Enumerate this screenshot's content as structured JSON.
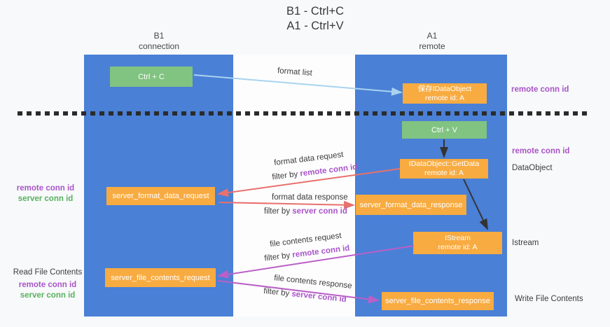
{
  "title": [
    "B1 - Ctrl+C",
    "A1 - Ctrl+V"
  ],
  "columns": {
    "left": {
      "name": "B1",
      "role": "connection"
    },
    "right": {
      "name": "A1",
      "role": "remote"
    }
  },
  "boxes": {
    "ctrl_c": "Ctrl + C",
    "ctrl_v": "Ctrl + V",
    "save_dataobject": {
      "title": "保存IDataObject",
      "subtitle": "remote id: A"
    },
    "getdata": {
      "title": "IDataObject::GetData",
      "subtitle": "remote id: A"
    },
    "istream": {
      "title": "IStream",
      "subtitle": "remote id: A"
    },
    "format_request": "server_format_data_request",
    "format_response": "server_format_data_response",
    "file_request": "server_file_contents_request",
    "file_response": "server_file_contents_response"
  },
  "flow_labels": {
    "format_list": "format list",
    "format_data_request": "format data request",
    "format_data_response": "format data response",
    "file_contents_request": "file contents request",
    "file_contents_response": "file contents response",
    "filter_by": "filter by",
    "remote_conn_id": "remote conn id",
    "server_conn_id": "server conn id"
  },
  "side_labels": {
    "left_top": {
      "remote": "remote conn id",
      "server": "server conn id"
    },
    "left_bottom": {
      "title": "Read File Contents",
      "remote": "remote conn id",
      "server": "server conn id"
    },
    "right": {
      "remote_1": "remote conn id",
      "remote_2": "remote conn id",
      "dataobject": "DataObject",
      "istream": "Istream",
      "write": "Write File Contents"
    }
  },
  "colors": {
    "column_blue": "#4a80d6",
    "box_green": "#81c381",
    "box_orange": "#f8ab40",
    "arrow_light_blue": "#a9d3ef",
    "arrow_salmon": "#e8716c",
    "arrow_magenta": "#bb5fc7",
    "text_purple": "#a855c8",
    "text_green": "#56b35c",
    "dash_black": "#2b2b2b"
  }
}
